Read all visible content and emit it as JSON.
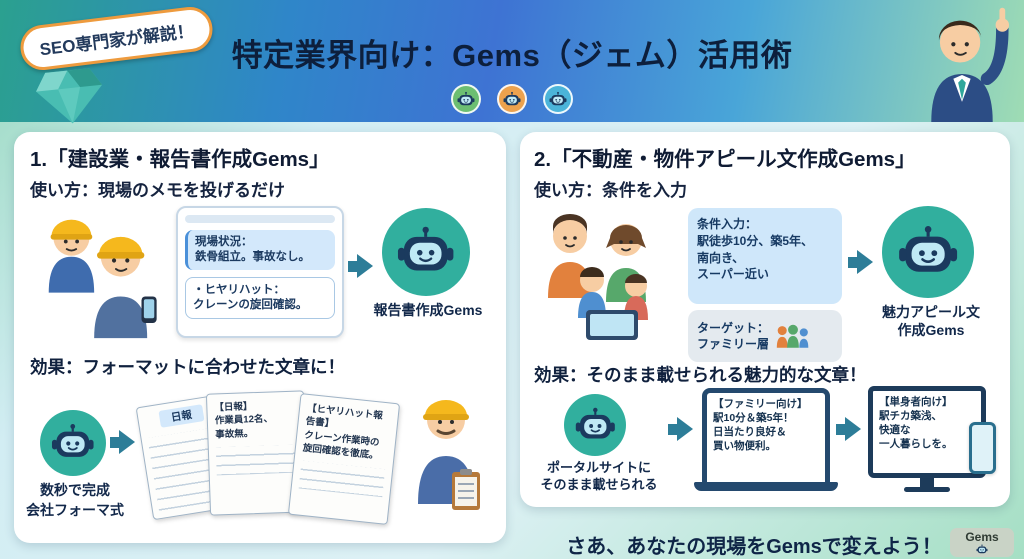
{
  "header": {
    "badge": "SEO専門家が解説！",
    "title": "特定業界向け：Gems（ジェム）活用術"
  },
  "panel1": {
    "title": "1.「建設業・報告書作成Gems」",
    "usage": "使い方：現場のメモを投げるだけ",
    "chat_msg1": "現場状況：\n鉄骨組立。事故なし。",
    "chat_msg2": "・ヒヤリハット：\nクレーンの旋回確認。",
    "gems_label": "報告書作成Gems",
    "effect": "効果：フォーマットに合わせた文章に！",
    "doc_tab": "日報",
    "doc2": "【日報】\n作業員12名、\n事故無。",
    "doc3": "【ヒヤリハット報告書】\nクレーン作業時の\n旋回確認を徹底。",
    "result1": "数秒で完成",
    "result2": "会社フォーマ式"
  },
  "panel2": {
    "title": "2.「不動産・物件アピール文作成Gems」",
    "usage": "使い方：条件を入力",
    "condition": "条件入力：\n駅徒歩10分、築5年、\n南向き、\nスーパー近い",
    "target": "ターゲット：\nファミリー層",
    "gems_label": "魅力アピール文\n作成Gems",
    "effect": "効果：そのまま載せられる魅力的な文章！",
    "portal": "ポータルサイトに\nそのまま載せられる",
    "listing_family": "【ファミリー向け】\n駅10分＆築5年！\n日当たり良好＆\n買い物便利。",
    "listing_single": "【単身者向け】\n駅チカ築浅、\n快適な\n一人暮らしを。"
  },
  "footer": {
    "cta": "さあ、あなたの現場をGemsで変えよう！",
    "gems_chip": "Gems"
  },
  "colors": {
    "accent_teal": "#31af9e",
    "accent_blue": "#3e73d3",
    "accent_orange": "#ee9b3e",
    "navy": "#13294b"
  },
  "icons": {
    "gem": "diamond-shape",
    "robot": "robot-face",
    "arrow": "right-triangle",
    "presenter": "business-man-pointing",
    "workers": "construction-workers",
    "supervisor": "worker-with-clipboard",
    "family": "family-with-tablet",
    "laptop": "laptop",
    "monitor": "desktop-monitor",
    "phone": "smartphone",
    "mini_family": "family-target"
  }
}
